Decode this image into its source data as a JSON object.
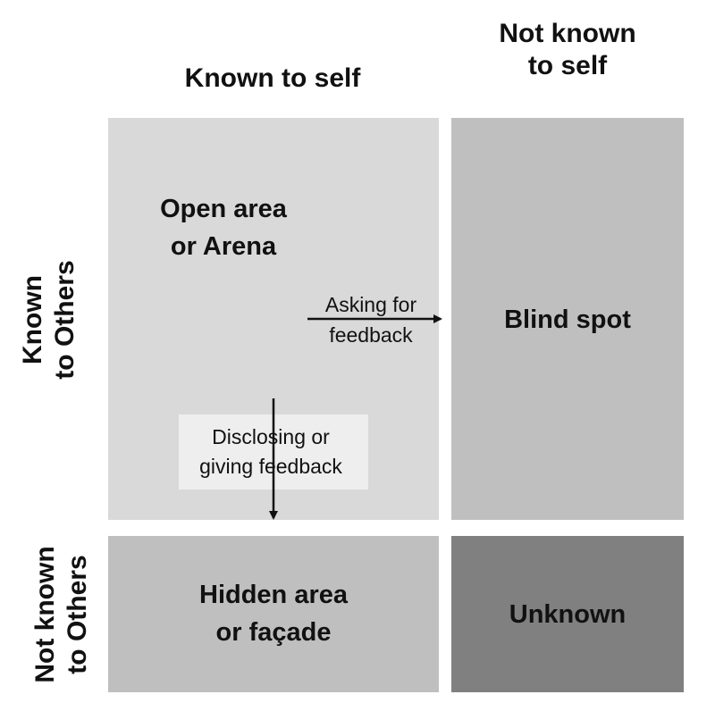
{
  "columns": {
    "known_to_self": "Known to self",
    "not_known_to_self": "Not known\nto self"
  },
  "rows": {
    "known_to_others": "Known\nto Others",
    "not_known_to_others": "Not known\nto Others"
  },
  "quadrants": {
    "open_area": {
      "label": "Open area\nor Arena",
      "color": "#d9d9d9"
    },
    "blind_spot": {
      "label": "Blind spot",
      "color": "#bfbfbf"
    },
    "hidden_area": {
      "label": "Hidden area\nor façade",
      "color": "#bfbfbf"
    },
    "unknown": {
      "label": "Unknown",
      "color": "#808080"
    }
  },
  "arrows": {
    "asking_feedback": "Asking for\nfeedback",
    "disclosing": "Disclosing or\ngiving feedback"
  }
}
